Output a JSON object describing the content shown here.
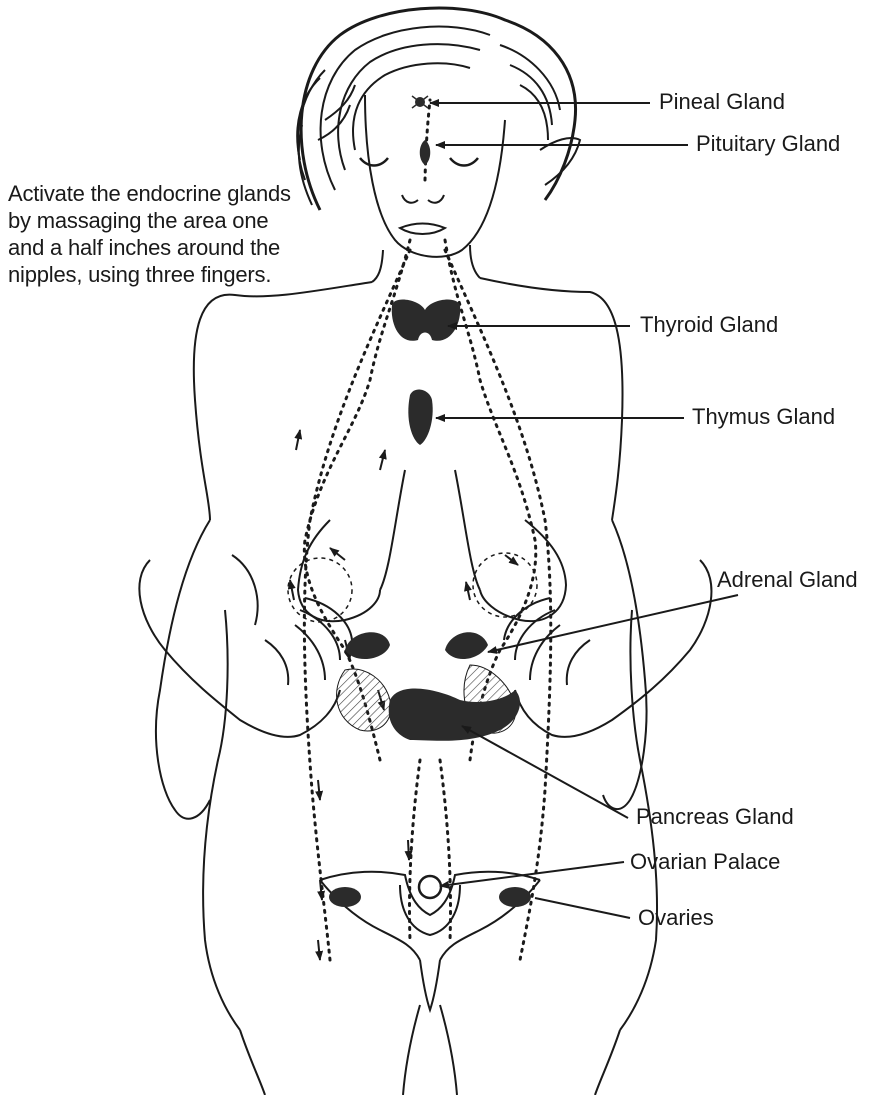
{
  "instruction": "Activate the endocrine glands by massaging the area one and a half inches around the nipples, using three fingers.",
  "labels": {
    "pineal": "Pineal Gland",
    "pituitary": "Pituitary Gland",
    "thyroid": "Thyroid Gland",
    "thymus": "Thymus Gland",
    "adrenal": "Adrenal Gland",
    "pancreas": "Pancreas Gland",
    "ovarian_palace": "Ovarian Palace",
    "ovaries": "Ovaries"
  },
  "colors": {
    "ink": "#1a1a1a",
    "organ": "#2b2b2b",
    "background": "#ffffff"
  }
}
